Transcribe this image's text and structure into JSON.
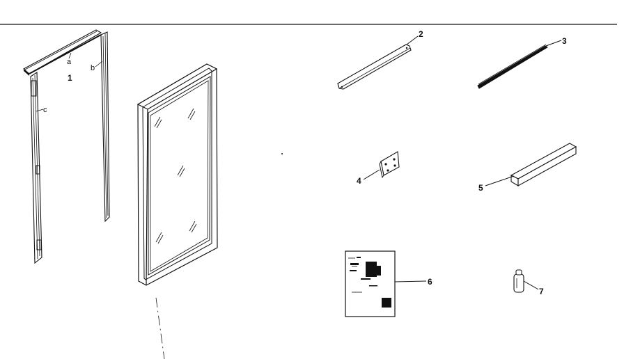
{
  "diagram": {
    "parts": [
      {
        "callout": "1",
        "sublabels": {
          "a": "a",
          "b": "b",
          "c": "c"
        }
      },
      {
        "callout": "2"
      },
      {
        "callout": "3"
      },
      {
        "callout": "4"
      },
      {
        "callout": "5"
      },
      {
        "callout": "6"
      },
      {
        "callout": "7"
      }
    ],
    "line_color": "#111111",
    "background": "#ffffff"
  }
}
